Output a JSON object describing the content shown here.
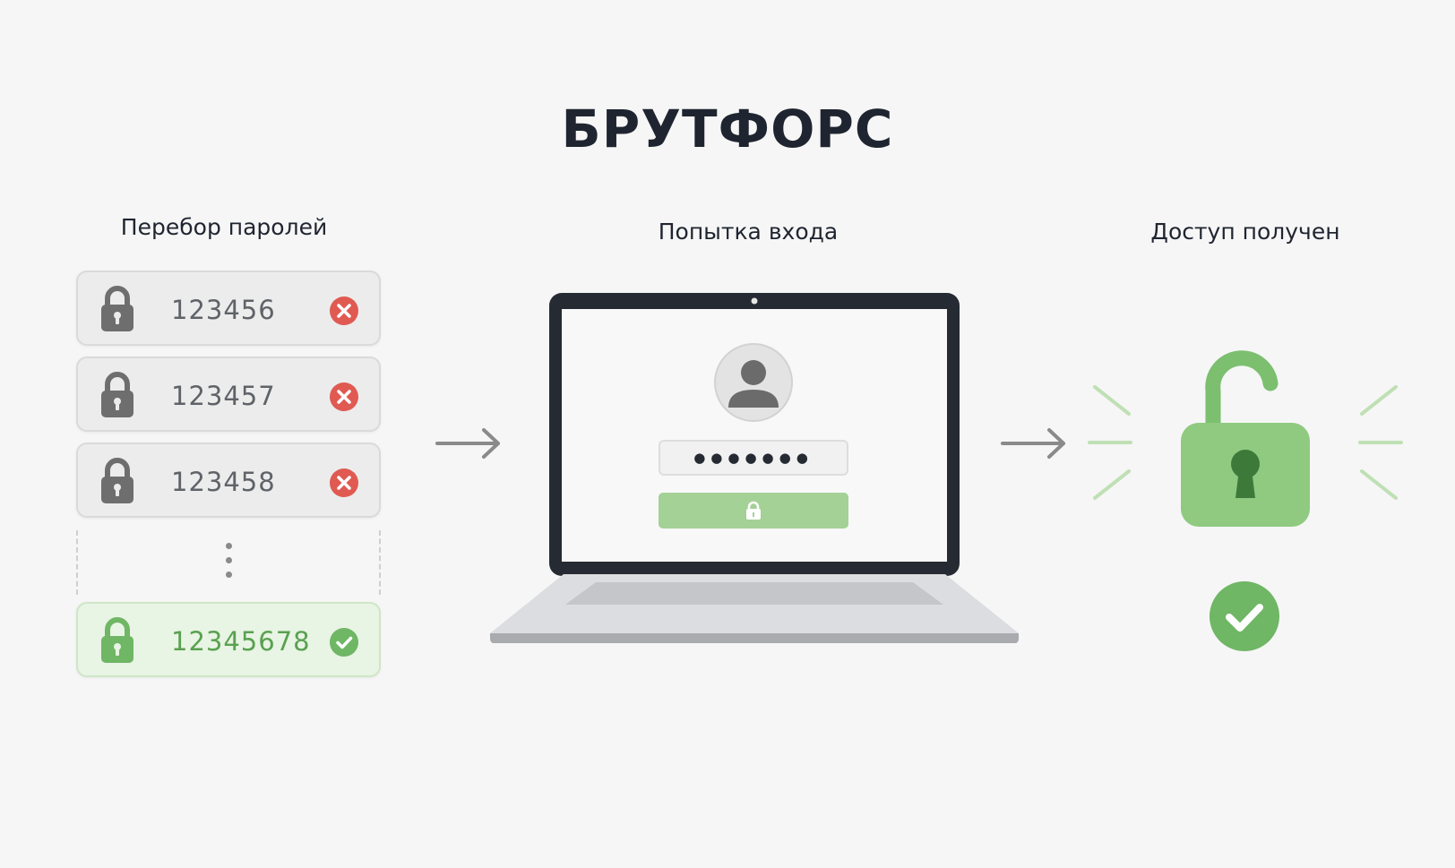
{
  "title": "БРУТФОРС",
  "columns": {
    "left_label": "Перебор паролей",
    "middle_label": "Попытка входа",
    "right_label": "Доступ получен"
  },
  "attempts": [
    {
      "password": "123456",
      "status": "fail"
    },
    {
      "password": "123457",
      "status": "fail"
    },
    {
      "password": "123458",
      "status": "fail"
    },
    {
      "password": "12345678",
      "status": "success"
    }
  ],
  "login_form": {
    "password_mask": "●●●●●●●",
    "button_icon": "lock-icon"
  },
  "colors": {
    "title": "#1f2530",
    "fail": "#e05a52",
    "success": "#6fb665",
    "success_light": "#9bcd8e",
    "neutral_lock": "#6e6e6e",
    "laptop_frame": "#262b33"
  }
}
